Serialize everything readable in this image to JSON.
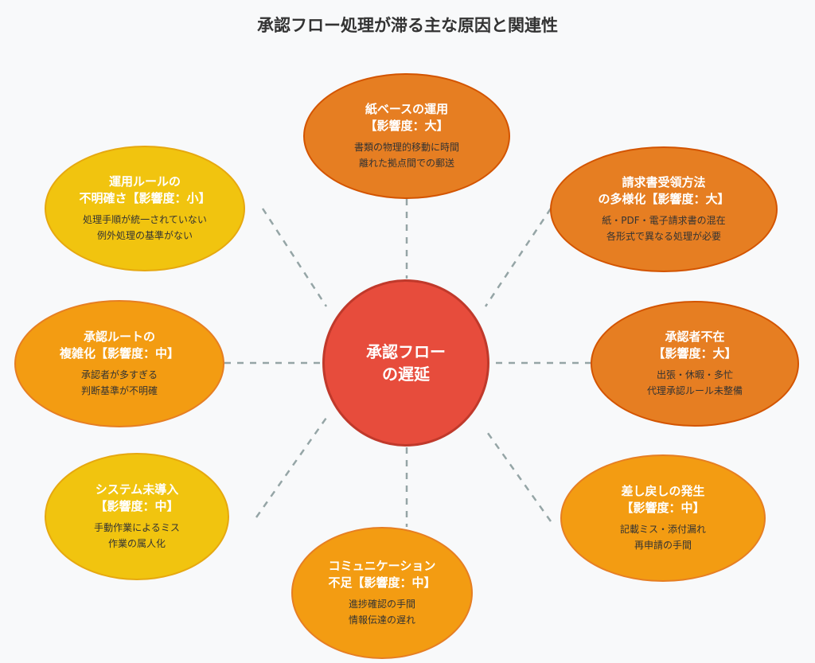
{
  "title": "承認フロー処理が滞る主な原因と関連性",
  "center": {
    "label": "承認フロー\nの遅延"
  },
  "colors": {
    "large": "#e67e22",
    "medium": "#f39c12",
    "small": "#f1c40f",
    "center": "#e74c3c",
    "connector": "#95a5a6"
  },
  "causes": [
    {
      "title": "紙ベースの運用\n【影響度：大】",
      "detail": "書類の物理的移動に時間\n離れた拠点間での郵送"
    },
    {
      "title": "請求書受領方法\nの多様化【影響度：大】",
      "detail": "紙・PDF・電子請求書の混在\n各形式で異なる処理が必要"
    },
    {
      "title": "承認者不在\n【影響度：大】",
      "detail": "出張・休暇・多忙\n代理承認ルール未整備"
    },
    {
      "title": "差し戻しの発生\n【影響度：中】",
      "detail": "記載ミス・添付漏れ\n再申請の手間"
    },
    {
      "title": "コミュニケーション\n不足【影響度：中】",
      "detail": "進捗確認の手間\n情報伝達の遅れ"
    },
    {
      "title": "システム未導入\n【影響度：中】",
      "detail": "手動作業によるミス\n作業の属人化"
    },
    {
      "title": "承認ルートの\n複雑化【影響度：中】",
      "detail": "承認者が多すぎる\n判断基準が不明確"
    },
    {
      "title": "運用ルールの\n不明確さ【影響度：小】",
      "detail": "処理手順が統一されていない\n例外処理の基準がない"
    }
  ]
}
